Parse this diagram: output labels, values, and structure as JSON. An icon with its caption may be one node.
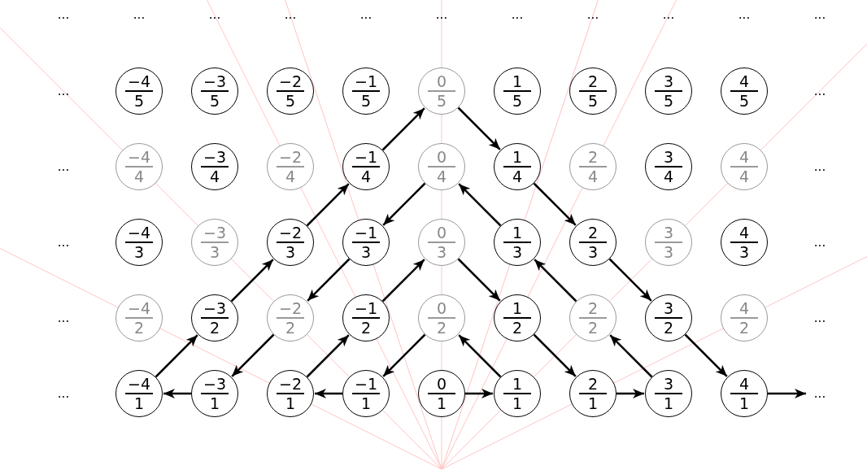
{
  "diagram": {
    "nodes": [
      {
        "text": [
          "−4",
          "5"
        ]
      },
      {
        "text": [
          "−3",
          "5"
        ]
      },
      {
        "text": [
          "−2",
          "5"
        ]
      },
      {
        "text": [
          "−1",
          "5"
        ]
      },
      {
        "text": [
          "0",
          "5"
        ]
      },
      {
        "text": [
          "1",
          "5"
        ]
      },
      {
        "text": [
          "2",
          "5"
        ]
      },
      {
        "text": [
          "3",
          "5"
        ]
      },
      {
        "text": [
          "4",
          "5"
        ]
      },
      {
        "text": [
          "−4",
          "4"
        ]
      },
      {
        "text": [
          "−3",
          "4"
        ]
      },
      {
        "text": [
          "−2",
          "4"
        ]
      },
      {
        "text": [
          "−1",
          "4"
        ]
      },
      {
        "text": [
          "0",
          "4"
        ]
      },
      {
        "text": [
          "1",
          "4"
        ]
      },
      {
        "text": [
          "2",
          "4"
        ]
      },
      {
        "text": [
          "3",
          "4"
        ]
      },
      {
        "text": [
          "4",
          "4"
        ]
      },
      {
        "text": [
          "−4",
          "3"
        ]
      },
      {
        "text": [
          "−3",
          "3"
        ]
      },
      {
        "text": [
          "−2",
          "3"
        ]
      },
      {
        "text": [
          "−1",
          "3"
        ]
      },
      {
        "text": [
          "0",
          "3"
        ]
      },
      {
        "text": [
          "1",
          "3"
        ]
      },
      {
        "text": [
          "2",
          "3"
        ]
      },
      {
        "text": [
          "3",
          "3"
        ]
      },
      {
        "text": [
          "4",
          "3"
        ]
      },
      {
        "text": [
          "−4",
          "2"
        ]
      },
      {
        "text": [
          "−3",
          "2"
        ]
      },
      {
        "text": [
          "−2",
          "2"
        ]
      },
      {
        "text": [
          "−1",
          "2"
        ]
      },
      {
        "text": [
          "0",
          "2"
        ]
      },
      {
        "text": [
          "1",
          "2"
        ]
      },
      {
        "text": [
          "2",
          "2"
        ]
      },
      {
        "text": [
          "3",
          "2"
        ]
      },
      {
        "text": [
          "4",
          "2"
        ]
      },
      {
        "text": [
          "−4",
          "1"
        ]
      },
      {
        "text": [
          "−3",
          "1"
        ]
      },
      {
        "text": [
          "−2",
          "1"
        ]
      },
      {
        "text": [
          "−1",
          "1"
        ]
      },
      {
        "text": [
          "0",
          "1"
        ]
      },
      {
        "text": [
          "1",
          "1"
        ]
      },
      {
        "text": [
          "2",
          "1"
        ]
      },
      {
        "text": [
          "3",
          "1"
        ]
      },
      {
        "text": [
          "4",
          "1"
        ]
      },
      {
        "text": [
          "..."
        ]
      }
    ],
    "edges": [
      {
        "from": 40,
        "to": 41,
        "arrow": "to"
      },
      {
        "from": 41,
        "to": 31,
        "arrow": "to"
      },
      {
        "from": 31,
        "to": 39,
        "arrow": "to"
      },
      {
        "from": 39,
        "to": 38,
        "arrow": "to"
      },
      {
        "from": 38,
        "to": 30,
        "arrow": "to"
      },
      {
        "from": 30,
        "to": 22,
        "arrow": "to"
      },
      {
        "from": 22,
        "to": 32,
        "arrow": "to"
      },
      {
        "from": 32,
        "to": 42,
        "arrow": "to"
      },
      {
        "from": 42,
        "to": 43,
        "arrow": "to"
      },
      {
        "from": 43,
        "to": 33,
        "arrow": "to"
      },
      {
        "from": 33,
        "to": 23,
        "arrow": "to"
      },
      {
        "from": 23,
        "to": 13,
        "arrow": "to"
      },
      {
        "from": 13,
        "to": 21,
        "arrow": "to"
      },
      {
        "from": 21,
        "to": 29,
        "arrow": "to"
      },
      {
        "from": 29,
        "to": 37,
        "arrow": "to"
      },
      {
        "from": 37,
        "to": 36,
        "arrow": "to"
      },
      {
        "from": 36,
        "to": 28,
        "arrow": "to"
      },
      {
        "from": 28,
        "to": 20,
        "arrow": "to"
      },
      {
        "from": 20,
        "to": 12,
        "arrow": "to"
      },
      {
        "from": 12,
        "to": 4,
        "arrow": "to"
      },
      {
        "from": 4,
        "to": 14,
        "arrow": "to"
      },
      {
        "from": 14,
        "to": 24,
        "arrow": "to"
      },
      {
        "from": 24,
        "to": 34,
        "arrow": "to"
      },
      {
        "from": 34,
        "to": 44,
        "arrow": "to"
      },
      {
        "from": 44,
        "to": 45,
        "arrow": "to"
      }
    ],
    "labels": [
      "...",
      "...",
      "...",
      "...",
      "...",
      "...",
      "...",
      "...",
      "...",
      "...",
      "...",
      "...",
      "...",
      "...",
      "...",
      "...",
      "...",
      "...",
      "...",
      "..."
    ]
  }
}
